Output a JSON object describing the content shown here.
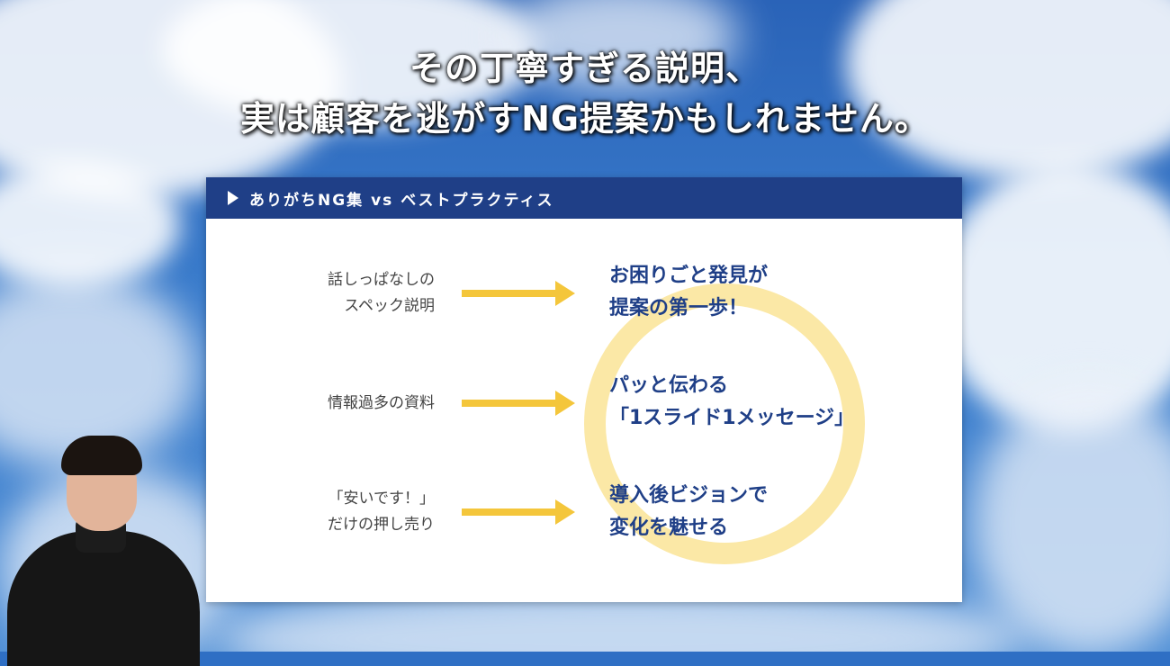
{
  "headline": {
    "line1": "その丁寧すぎる説明、",
    "line2": "実は顧客を逃がすNG提案かもしれません。"
  },
  "slide": {
    "title": "ありがちNG集 vs ベストプラクティス",
    "rows": [
      {
        "ng": [
          "話しっぱなしの",
          "スペック説明"
        ],
        "best": [
          "お困りごと発見が",
          "提案の第一歩！"
        ]
      },
      {
        "ng": [
          "情報過多の資料"
        ],
        "best": [
          "パッと伝わる",
          "「1スライド1メッセージ」"
        ]
      },
      {
        "ng": [
          "「安いです！」",
          "だけの押し売り"
        ],
        "best": [
          "導入後ビジョンで",
          "変化を魅せる"
        ]
      }
    ]
  },
  "colors": {
    "header_bg": "#1f3f87",
    "best_text": "#1f3f87",
    "arrow": "#f4c63b",
    "ring": "#fbe8a6",
    "ng_text": "#444444"
  },
  "icons": {
    "header_marker": "play-triangle-icon",
    "row_connector": "right-arrow-icon"
  }
}
